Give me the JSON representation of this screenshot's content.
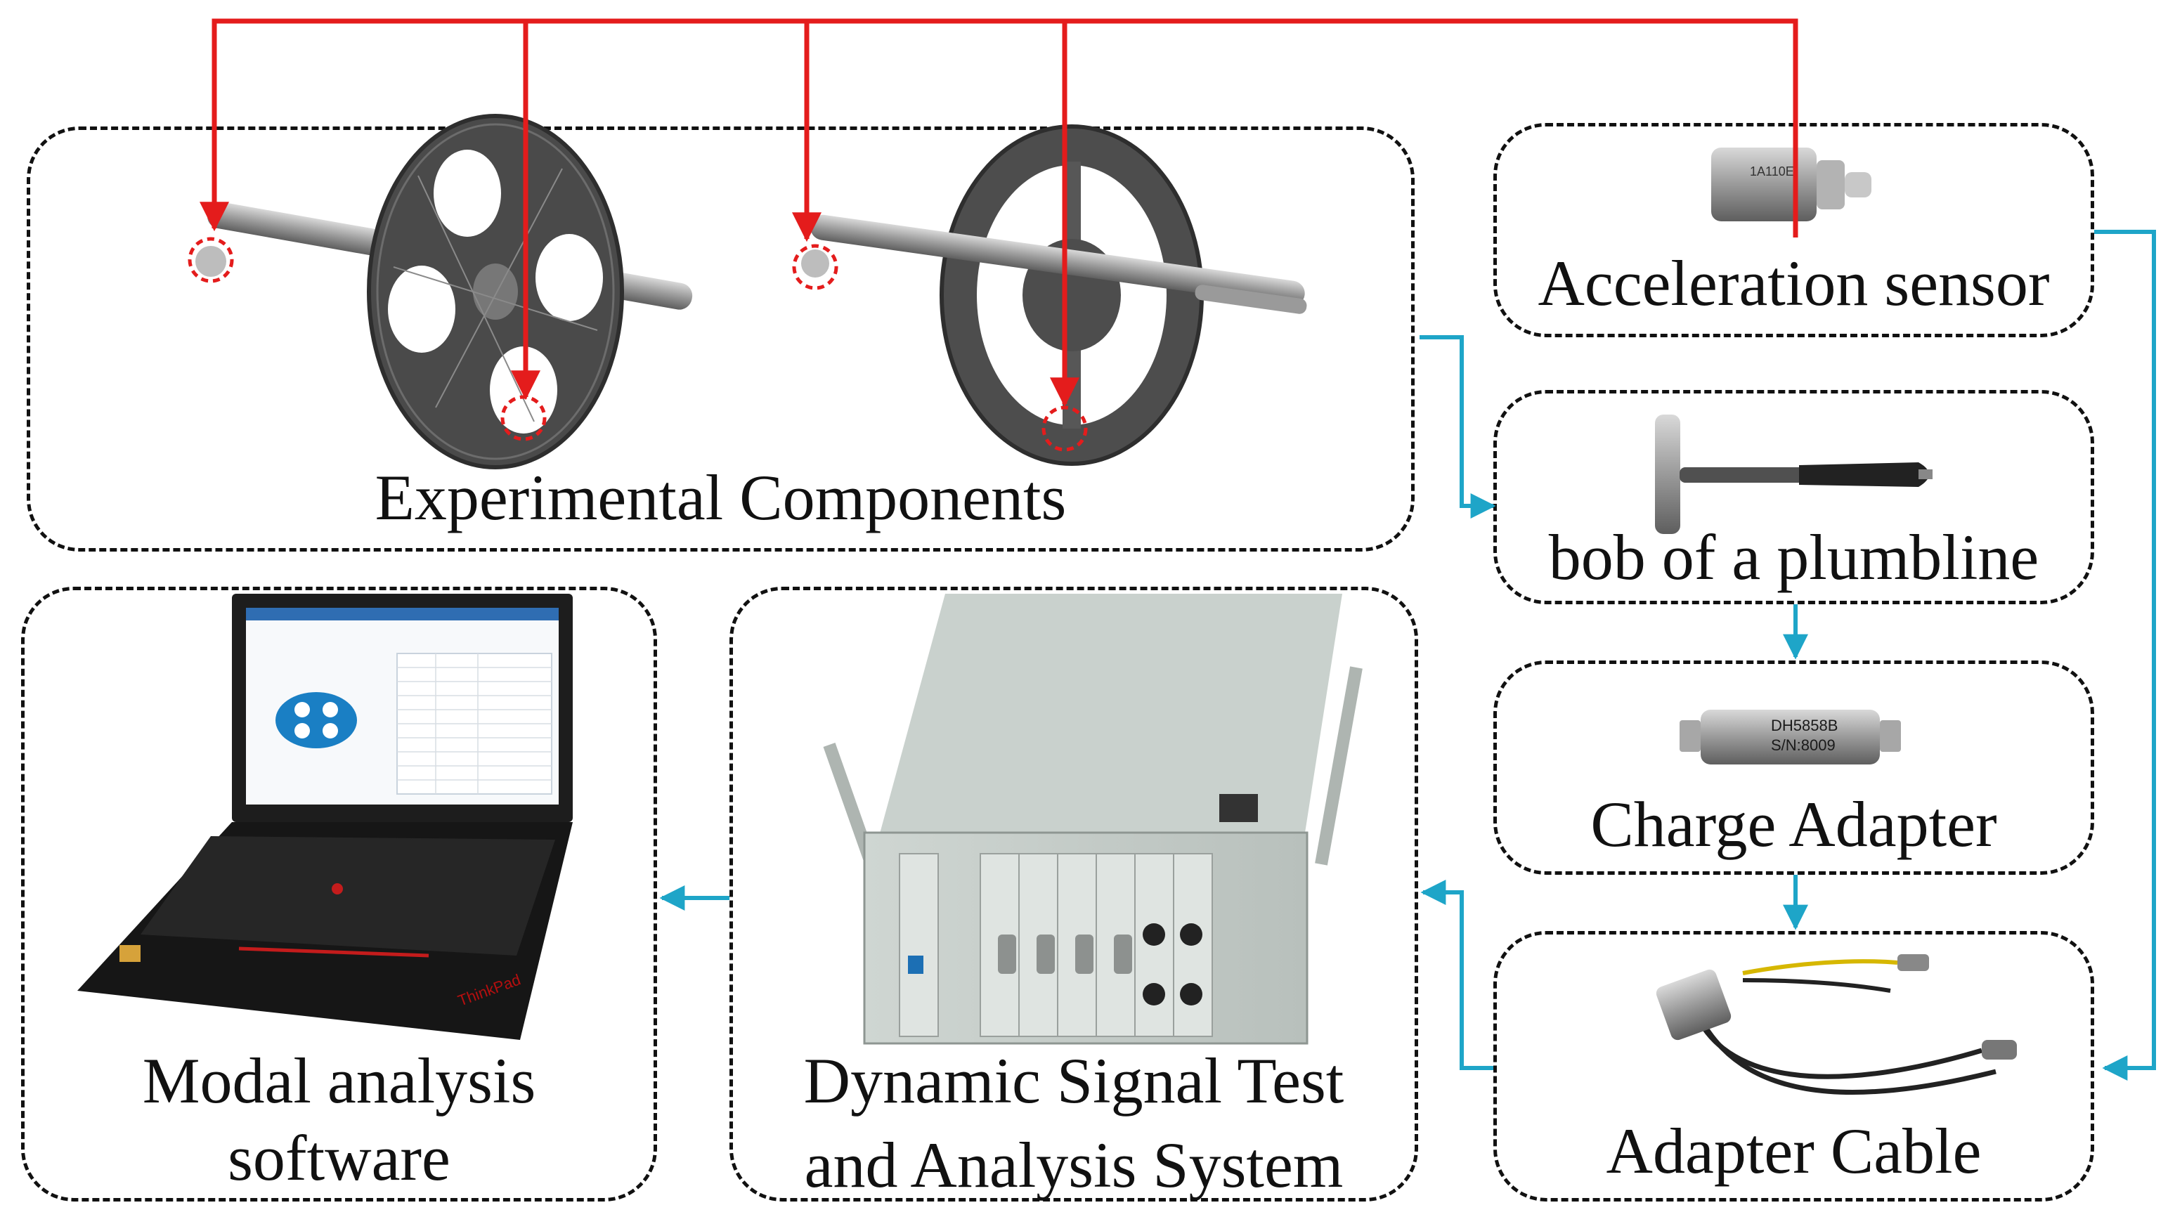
{
  "components": {
    "experimental": "Experimental Components",
    "acceleration_sensor": "Acceleration sensor",
    "plumb_bob": "bob of a plumbline",
    "charge_adapter": "Charge Adapter",
    "adapter_cable": "Adapter Cable",
    "dsta_line1": "Dynamic Signal Test",
    "dsta_line2": "and Analysis System",
    "modal_line1": "Modal analysis",
    "modal_line2": "software"
  },
  "device_text": {
    "sensor_model": "1A110E",
    "adapter_model": "DH5858B",
    "adapter_serial": "S/N:8009",
    "laptop_brand": "ThinkPad"
  },
  "colors": {
    "excitation_arrow": "#e41c1c",
    "signal_arrow": "#1ea5c8",
    "dashed_border": "#111111"
  }
}
